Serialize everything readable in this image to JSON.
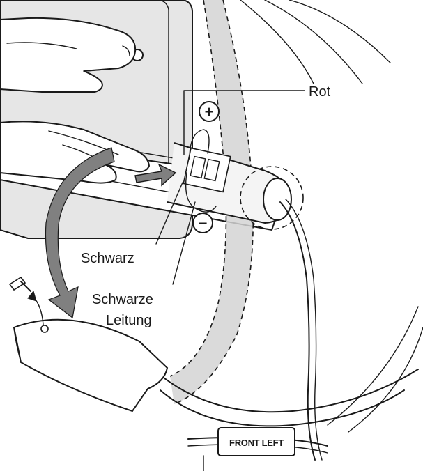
{
  "labels": {
    "rot": "Rot",
    "schwarz": "Schwarz",
    "schwarze_line1": "Schwarze",
    "schwarze_line2": "Leitung",
    "front_left": "FRONT LEFT",
    "plus": "+",
    "minus": "−"
  },
  "colors": {
    "line": "#1a1a1a",
    "light_fill": "#e6e6e6",
    "mid_fill": "#d4d4d4",
    "arrow_fill": "#808080",
    "background": "#ffffff"
  }
}
